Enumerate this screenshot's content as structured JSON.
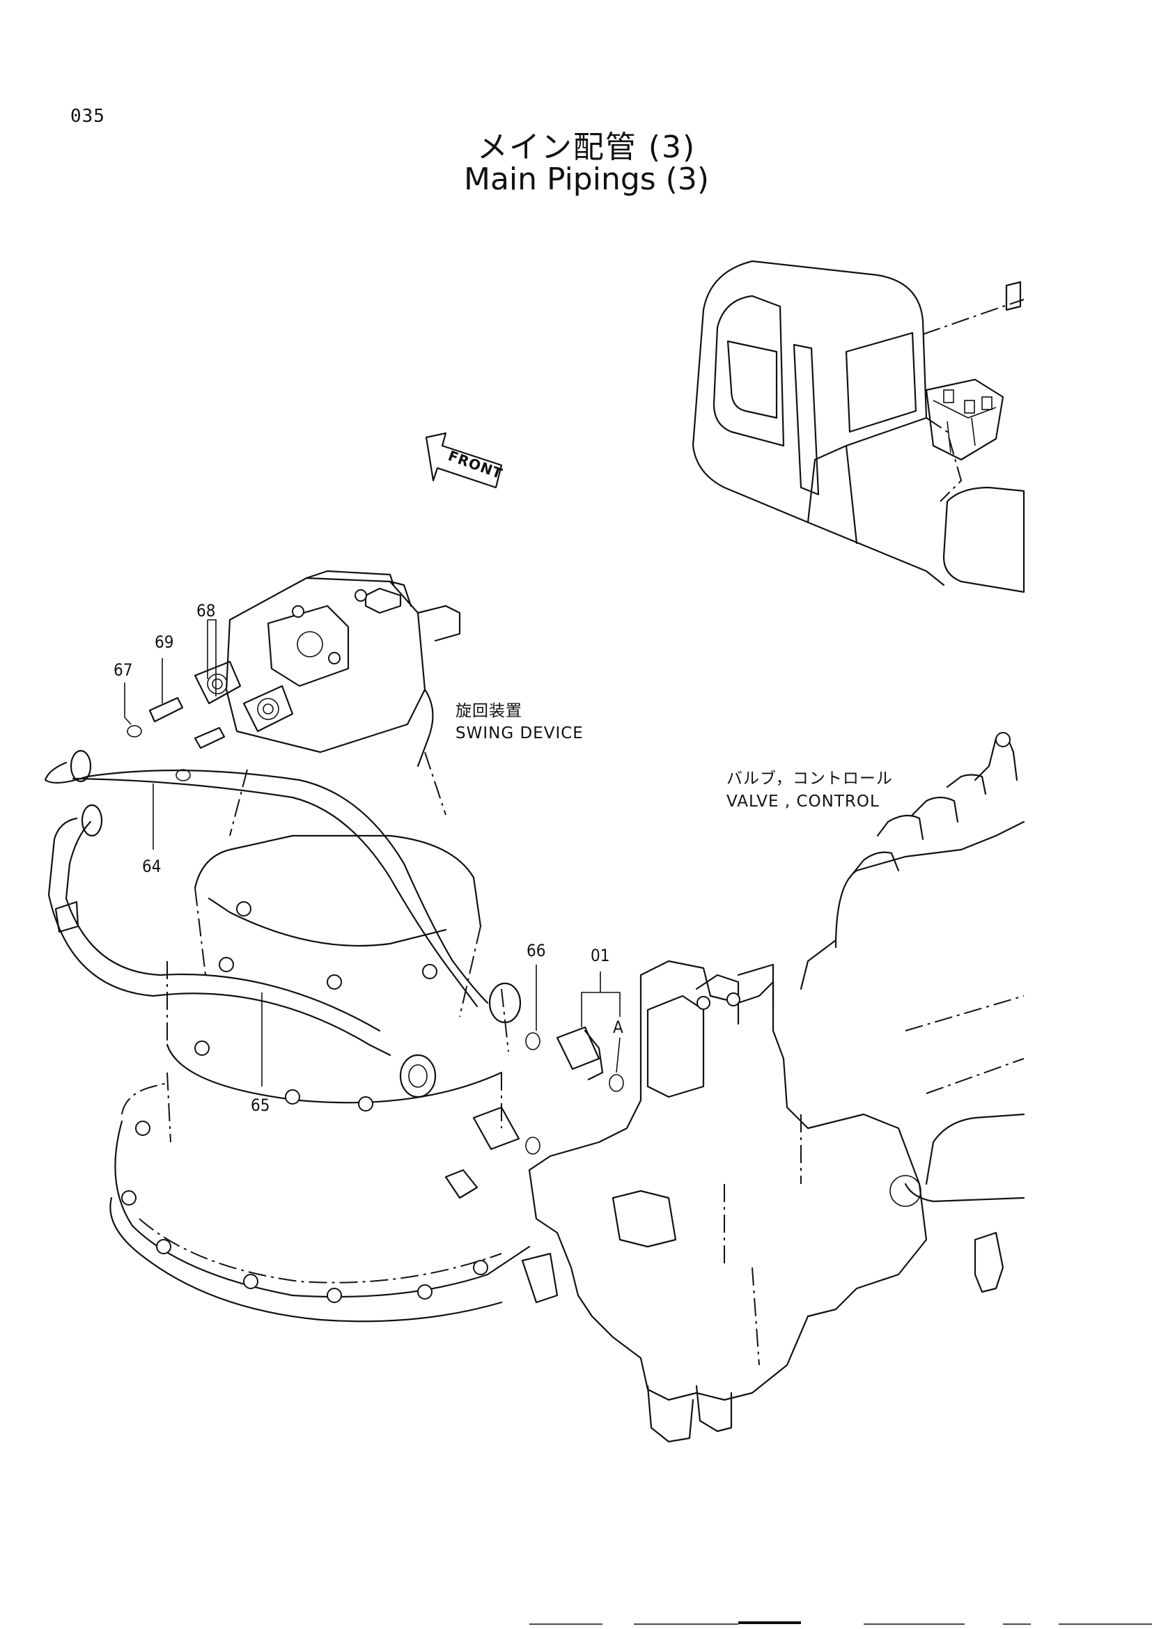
{
  "page_number": "035",
  "title_jp": "メイン配管 (3)",
  "title_en": "Main Pipings (3)",
  "front_label": "FRONT",
  "swing_device": {
    "jp": "旋回装置",
    "en": "SWING DEVICE"
  },
  "control_valve": {
    "jp": "バルブ，コントロール",
    "en": "VALVE , CONTROL"
  },
  "callouts": {
    "c01": "01",
    "c64": "64",
    "c65": "65",
    "c66": "66",
    "c67": "67",
    "c68": "68",
    "c69": "69",
    "cA": "A"
  }
}
